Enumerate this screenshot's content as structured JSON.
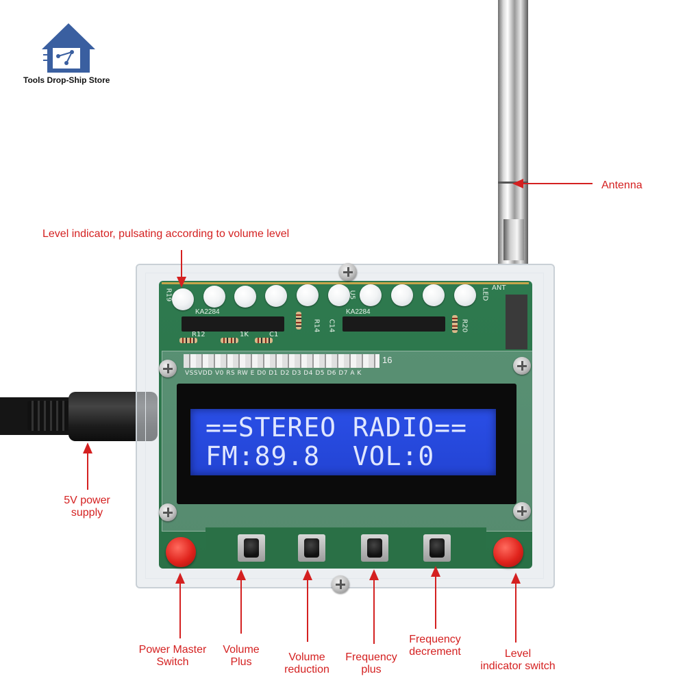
{
  "logo": {
    "text": "Tools Drop-Ship Store",
    "icon": "house-circuit-icon",
    "color": "#3a5fa0"
  },
  "lcd": {
    "line1": "==STEREO RADIO==",
    "line2": "FM:89.8  VOL:0",
    "backlight_color": "#2a4ee6"
  },
  "pcb": {
    "header_labels": "VSSVDD V0 RS RW E D0 D1 D2 D3 D4 D5 D6 D7 A K",
    "header_pin_end": "16",
    "chip1": "KA2284",
    "chip2": "KA2284",
    "silk_r19": "R19",
    "silk_r12": "R12",
    "silk_1k": "1K",
    "silk_c1": "C1",
    "silk_r14": "R14",
    "silk_c14": "C14",
    "silk_u5": "U5",
    "silk_r20": "R20",
    "silk_led": "LED",
    "silk_ant": "ANT"
  },
  "annotations": {
    "antenna": "Antenna",
    "level_indicator": "Level indicator, pulsating according to volume level",
    "power_supply_line1": "5V power",
    "power_supply_line2": "supply",
    "power_master_line1": "Power Master",
    "power_master_line2": "Switch",
    "volume_plus_line1": "Volume",
    "volume_plus_line2": "Plus",
    "volume_reduction_line1": "Volume",
    "volume_reduction_line2": "reduction",
    "frequency_plus_line1": "Frequency",
    "frequency_plus_line2": "plus",
    "frequency_decrement_line1": "Frequency",
    "frequency_decrement_line2": "decrement",
    "level_switch_line1": "Level",
    "level_switch_line2": "indicator switch"
  },
  "colors": {
    "annotation": "#d42020",
    "pcb": "#2e7a4f",
    "button_red": "#e0231c"
  }
}
